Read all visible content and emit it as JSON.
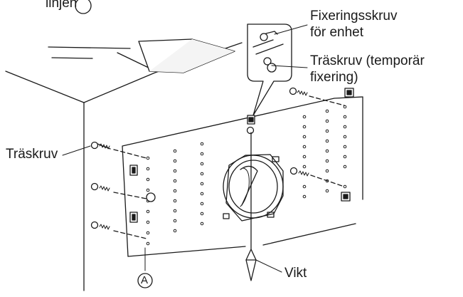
{
  "labels": {
    "top_partial": "linjen",
    "fixing_screw_line1": "Fixeringsskruv",
    "fixing_screw_line2": "för enhet",
    "wood_screw_temp_line1": "Träskruv (temporär",
    "wood_screw_temp_line2": "fixering)",
    "wood_screw": "Träskruv",
    "weight": "Vikt",
    "marker_a": "A"
  },
  "colors": {
    "line": "#1a1a1a",
    "background": "#ffffff"
  }
}
